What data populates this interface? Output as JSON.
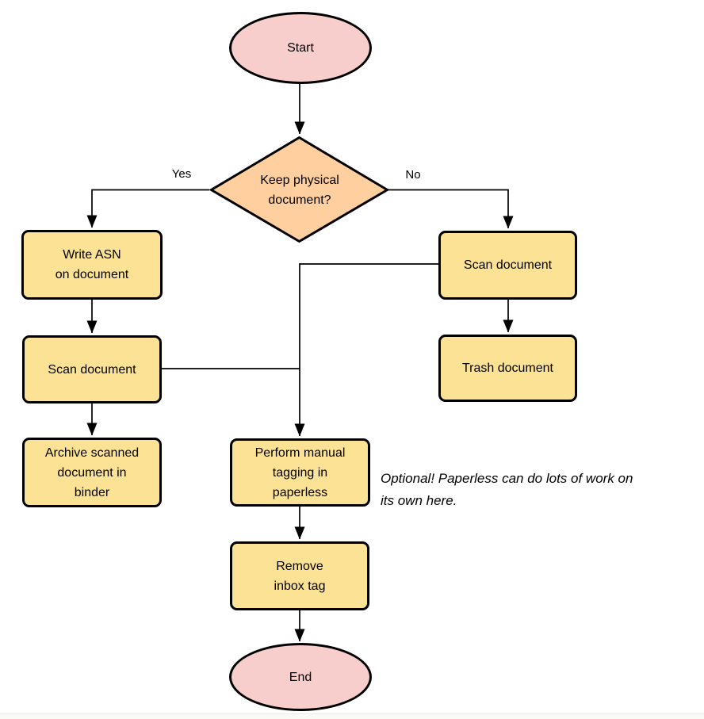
{
  "diagram": {
    "type": "flowchart",
    "colors": {
      "terminator_fill": "#f8cecc",
      "decision_fill": "#ffcf9f",
      "process_fill": "#fce294",
      "stroke": "#000000",
      "background": "#ffffff"
    }
  },
  "nodes": {
    "start": {
      "label": "Start",
      "shape": "terminator"
    },
    "decision": {
      "label": "Keep physical\ndocument?",
      "shape": "decision"
    },
    "write_asn": {
      "label": "Write ASN\non document",
      "shape": "process"
    },
    "scan_left": {
      "label": "Scan document",
      "shape": "process"
    },
    "archive": {
      "label": "Archive scanned\ndocument in\nbinder",
      "shape": "process"
    },
    "scan_right": {
      "label": "Scan document",
      "shape": "process"
    },
    "trash": {
      "label": "Trash document",
      "shape": "process"
    },
    "tagging": {
      "label": "Perform manual\ntagging in\npaperless",
      "shape": "process"
    },
    "remove_inbox": {
      "label": "Remove\ninbox tag",
      "shape": "process"
    },
    "end": {
      "label": "End",
      "shape": "terminator"
    }
  },
  "edge_labels": {
    "yes": "Yes",
    "no": "No"
  },
  "note": {
    "text": "Optional! Paperless can do lots of work on\nits own here."
  }
}
